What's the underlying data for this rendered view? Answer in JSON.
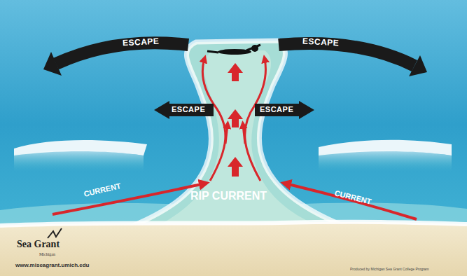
{
  "diagram": {
    "nodes": [
      {
        "text": [
          "ESCAPE"
        ]
      },
      {
        "text": [
          "ESCAPE"
        ]
      },
      {
        "text": [
          "ESCAPE"
        ]
      },
      {
        "text": [
          "ESCAPE"
        ]
      }
    ],
    "labels": [
      "CURRENT",
      "RIP CURRENT",
      "CURRENT",
      "Sea Grant",
      "Michigan",
      "www.miseagrant.umich.edu",
      "Produced by Michigan Sea Grant College Program"
    ]
  }
}
